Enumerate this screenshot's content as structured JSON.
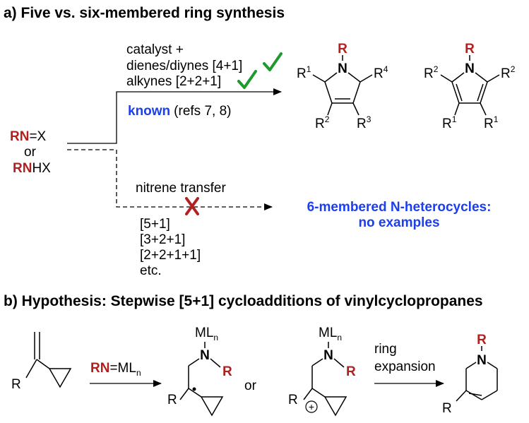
{
  "section_a": {
    "heading": "a) Five vs. six-membered ring synthesis",
    "reagent": {
      "line1_bold": "RN",
      "line1_rest": "=X",
      "line2": "or",
      "line3_bold": "RN",
      "line3_rest": "HX"
    },
    "upper_path": {
      "conditions": [
        "catalyst +",
        "dienes/diynes [4+1]",
        "alkynes [2+2+1]"
      ],
      "status_bold": "known",
      "status_rest": "(refs 7, 8)"
    },
    "lower_path": {
      "label": "nitrene transfer",
      "modes": [
        "[5+1]",
        "[3+2+1]",
        "[2+2+1+1]",
        "etc."
      ],
      "result_line1": "6-membered N-heterocycles:",
      "result_line2": "no examples"
    },
    "pyrroline": {
      "N": "N",
      "R": "R",
      "sub1": "R",
      "sup1": "1",
      "sub4": "R",
      "sup4": "4",
      "sub2": "R",
      "sup2": "2",
      "sub3": "R",
      "sup3": "3"
    },
    "pyrrole": {
      "N": "N",
      "R": "R",
      "subL": "R",
      "supL": "2",
      "subR": "R",
      "supR": "2",
      "subBL": "R",
      "supBL": "1",
      "subBR": "R",
      "supBR": "1"
    }
  },
  "section_b": {
    "heading": "b) Hypothesis: Stepwise [5+1] cycloadditions of vinylcyclopropanes",
    "substrate_R": "R",
    "reagent_bold": "RN",
    "reagent_rest": "=ML",
    "reagent_sub": "n",
    "radical": {
      "ML": "ML",
      "ML_sub": "n",
      "N": "N",
      "R_red": "R",
      "R": "R"
    },
    "or": "or",
    "cation": {
      "ML": "ML",
      "ML_sub": "n",
      "N": "N",
      "R_red": "R",
      "R": "R",
      "charge": "+"
    },
    "step_label": [
      "ring",
      "expansion"
    ],
    "product": {
      "N": "N",
      "R_red": "R",
      "R": "R"
    }
  },
  "colors": {
    "red": "#b0201e",
    "blue": "#1a3ef0",
    "green_check": "#1d9a2e",
    "dark_red_x": "#b0201e"
  }
}
